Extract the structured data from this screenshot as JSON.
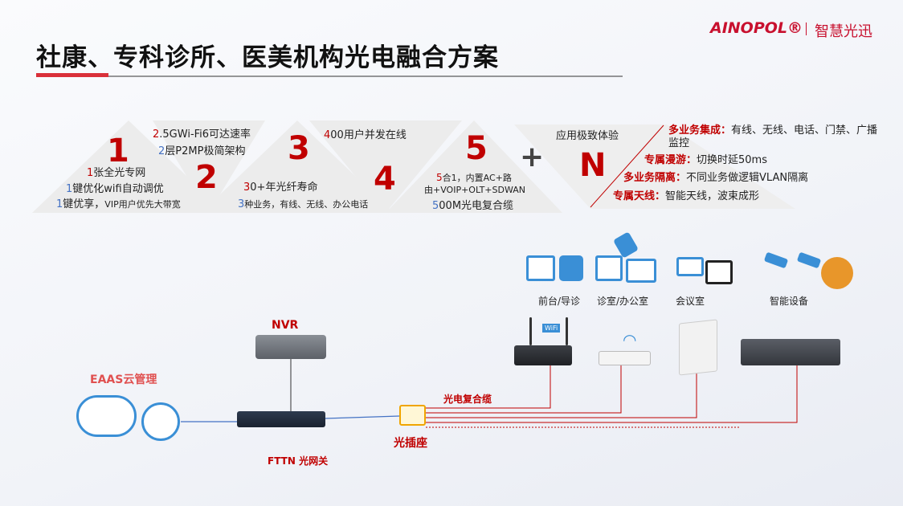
{
  "header": {
    "title": "社康、专科诊所、医美机构光电融合方案",
    "logo": "AINOPOL®",
    "logo_slogan": "智慧光迅"
  },
  "features": {
    "f1": {
      "num": "1",
      "lines": [
        {
          "n": "1",
          "t": "张全光专网"
        },
        {
          "n": "1",
          "t": "键优化wifi自动调优"
        },
        {
          "n": "1",
          "t": "键优享，",
          "small": "VIP用户优先大带宽"
        }
      ]
    },
    "f2": {
      "num": "2",
      "lines": [
        {
          "n": "2",
          "t": ".5GWi-Fi6可达速率"
        },
        {
          "n": "2",
          "t": "层P2MP极简架构"
        }
      ]
    },
    "f3": {
      "num": "3",
      "lines": [
        {
          "n": "3",
          "t": "0+年光纤寿命"
        },
        {
          "n": "3",
          "t": "种业务，有线、无线、办公电话"
        }
      ]
    },
    "f4": {
      "num": "4",
      "lines": [
        {
          "n": "4",
          "t": "00用户并发在线"
        }
      ]
    },
    "f5": {
      "num": "5",
      "lines": [
        {
          "n": "5",
          "t": "合1，内置AC+路"
        },
        {
          "t": "由+VOIP+OLT+SDWAN"
        },
        {
          "n": "5",
          "t": "00M光电复合缆"
        }
      ]
    },
    "plus": "+",
    "fN": {
      "num": "N",
      "heading": "应用极致体验",
      "items": [
        {
          "k": "多业务集成：",
          "v": "有线、无线、电话、门禁、广播",
          "v2": "监控"
        },
        {
          "k": "专属漫游：",
          "v": "切换时延50ms"
        },
        {
          "k": "多业务隔离：",
          "v": "不同业务做逻辑VLAN隔离"
        },
        {
          "k": "专属天线：",
          "v": "智能天线，波束成形"
        }
      ]
    }
  },
  "diagram": {
    "scenes": [
      "前台/导诊",
      "诊室/办公室",
      "会议室",
      "智能设备"
    ],
    "nvr": "NVR",
    "cloud": "EAAS云管理",
    "gateway": "FTTN 光网关",
    "socket": "光插座",
    "cable": "光电复合缆",
    "wifi_badge": "WiFi"
  },
  "colors": {
    "accent": "#c00000",
    "blue": "#4472c4",
    "icon_blue": "#3a8fd6"
  }
}
